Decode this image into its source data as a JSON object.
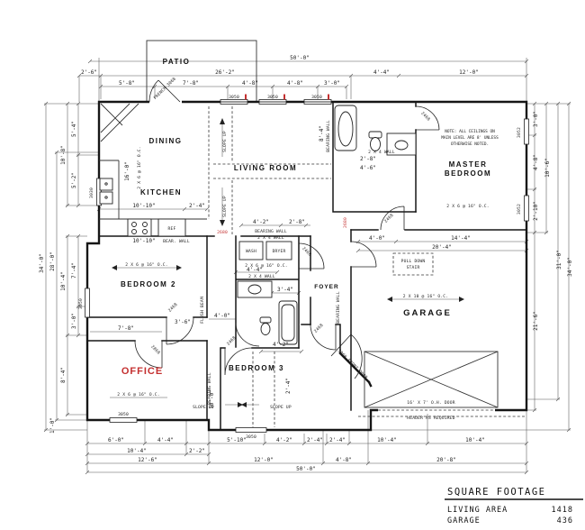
{
  "drawing": {
    "rooms": {
      "patio": "PATIO",
      "dining": "DINING",
      "kitchen": "KITCHEN",
      "living": "LIVING ROOM",
      "master_line1": "MASTER",
      "master_line2": "BEDROOM",
      "bedroom2": "BEDROOM 2",
      "bedroom3": "BEDROOM 3",
      "office": "OFFICE",
      "foyer": "FOYER",
      "garage": "GARAGE"
    },
    "note": {
      "line1": "NOTE: ALL CEILINGS ON",
      "line2": "MAIN LEVEL ARE 8' UNLESS",
      "line3": "OTHERWISE NOTED."
    },
    "framing": {
      "joist_2x6": "2 X 6 @ 16\" O.C.",
      "joist_2x10": "2 X 10 @ 16\" O.C."
    },
    "structure": {
      "slope_up": "SLOPE UP",
      "bearing_wall": "BEARING WALL",
      "bear_wall": "BEAR. WALL",
      "wall_2x4": "2 X 4 WALL",
      "flush_beam": "FLUSH BEAM",
      "header": "HEADER AS REQUIRED"
    },
    "fixtures": {
      "ref": "REF",
      "wash": "WASH",
      "dryer": "DRYER",
      "pull_down_line1": "PULL DOWN",
      "pull_down_line2": "STAIR",
      "garage_door": "16' X 7' O.H. DOOR"
    },
    "openings": {
      "window_3050": "3050",
      "window_3052": "3052",
      "window_3030": "3030",
      "door_2468": "2468",
      "door_2868": "2868",
      "door_2680": "2680",
      "front_door": "3068 FRONT DOOR",
      "patio_door": "FRENCH 3068"
    },
    "dims_top": {
      "overall": "50'-0\"",
      "offset": "2'-6\"",
      "patio_span": "26'-2\"",
      "s5_8": "5'-8\"",
      "s7_8": "7'-8\"",
      "s4_8a": "4'-8\"",
      "s4_8b": "4'-8\"",
      "s3_0": "3'-0\"",
      "s4_4": "4'-4\"",
      "s12_0": "12'-0\""
    },
    "dims_right": {
      "s3_0": "3'-0\"",
      "s4_8": "4'-8\"",
      "s2_10": "2'-10\"",
      "span10_6": "10'-6\"",
      "s21_6": "21'-6\"",
      "span31_0": "31'-0\"",
      "overall": "34'-0\""
    },
    "dims_left": {
      "overall": "34'-0\"",
      "span28_0": "28'-0\"",
      "span10_8": "10'-8\"",
      "s5_4": "5'-4\"",
      "s5_2": "5'-2\"",
      "s10_4": "10'-4\"",
      "s7_4": "7'-4\"",
      "s3_0": "3'-0\"",
      "s8_4": "8'-4\"",
      "s1_0": "1'-0\""
    },
    "dims_bottom": {
      "s6_0": "6'-0\"",
      "s4_4": "4'-4\"",
      "s5_10": "5'-10\"",
      "s4_2": "4'-2\"",
      "s2_4a": "2'-4\"",
      "s2_4b": "2'-4\"",
      "s10_4a": "10'-4\"",
      "s10_4b": "10'-4\"",
      "span10_4": "10'-4\"",
      "s2_2": "2'-2\"",
      "span12_6": "12'-6\"",
      "span12_0": "12'-0\"",
      "s4_8": "4'-8\"",
      "span20_8": "20'-8\"",
      "overall": "50'-0\""
    },
    "dims_interior": {
      "kitchen_a": "10'-10\"",
      "kitchen_b": "10'-10\"",
      "kitchen_c": "2'-4\"",
      "kitchen_d": "16'-0\"",
      "living_a": "4'-2\"",
      "living_b": "2'-8\"",
      "laundry_a": "4'-4\"",
      "bath_a": "3'-4\"",
      "mbath_a": "8'-4\"",
      "mbath_b": "2'-8\"",
      "mbath_c": "4'-6\"",
      "hall_a": "3'-6\"",
      "hall_b": "4'-0\"",
      "bed2_a": "7'-8\"",
      "bed3_a": "4'-2\"",
      "bed3_b": "10'-0\"",
      "bed3_c": "2'-4\"",
      "garage_a": "4'-0\"",
      "garage_b": "14'-4\"",
      "garage_c": "20'-4\""
    }
  },
  "table": {
    "title": "SQUARE FOOTAGE",
    "rows": [
      {
        "label": "LIVING AREA",
        "value": "1418"
      },
      {
        "label": "GARAGE",
        "value": "436"
      }
    ]
  },
  "colors": {
    "accent_red": "#c43030",
    "line": "#1b1b1b"
  }
}
